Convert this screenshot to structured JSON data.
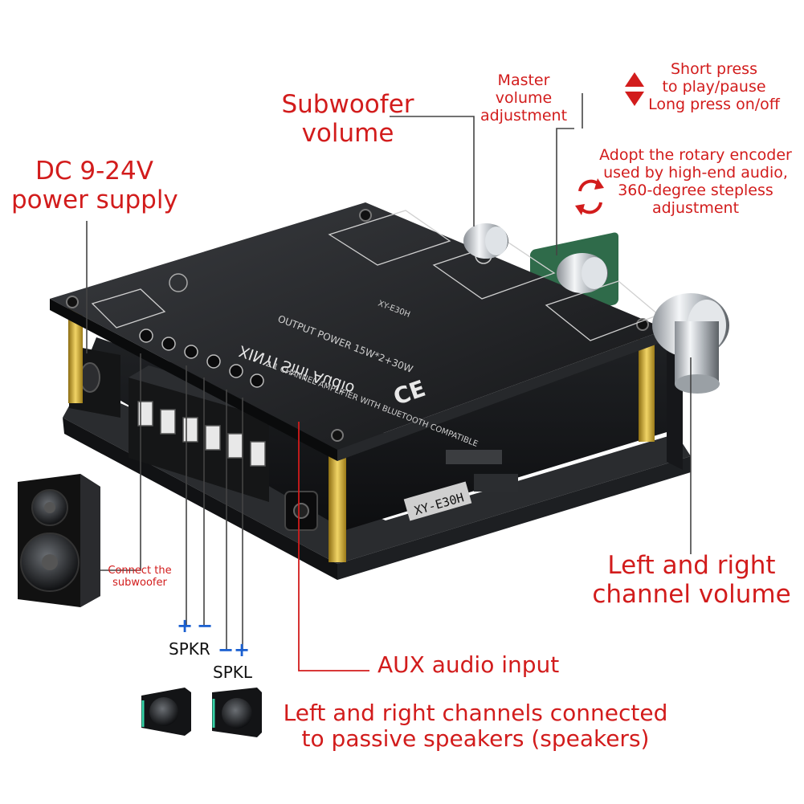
{
  "labels": {
    "subwoofer_volume": [
      "Subwoofer",
      "volume"
    ],
    "dc_power": [
      "DC 9-24V",
      "power supply"
    ],
    "master_volume": [
      "Master",
      "volume",
      "adjustment"
    ],
    "press_info": [
      "Short press",
      "to play/pause",
      "Long press on/off"
    ],
    "encoder_info": [
      "Adopt the rotary encoder",
      "used by high-end audio,",
      "360-degree stepless",
      "adjustment"
    ],
    "lr_volume": [
      "Left and right",
      "channel volume"
    ],
    "connect_sub": [
      "Connect the",
      "subwoofer"
    ],
    "aux_input": "AUX audio input",
    "passive_speakers": [
      "Left and right channels connected",
      "to passive speakers (speakers)"
    ],
    "spkr": "SPKR",
    "spkl": "SPKL",
    "plus": "+",
    "minus": "−"
  },
  "board": {
    "model_label": "XY-E30H",
    "plate_title": "XINYI Sini Audio",
    "plate_line1": "2.1 CHANNEL AMPLIFIER WITH BLUETOOTH COMPATIBLE",
    "plate_line2": "OUTPUT POWER 15W*2+30W",
    "plate_model": "XY-E30H",
    "ce_mark": "CE"
  },
  "colors": {
    "annotation_red": "#d21c1c",
    "polarity_blue": "#1a5fd0",
    "board_dark": "#1c1d1f",
    "brass": "#c9a534"
  }
}
